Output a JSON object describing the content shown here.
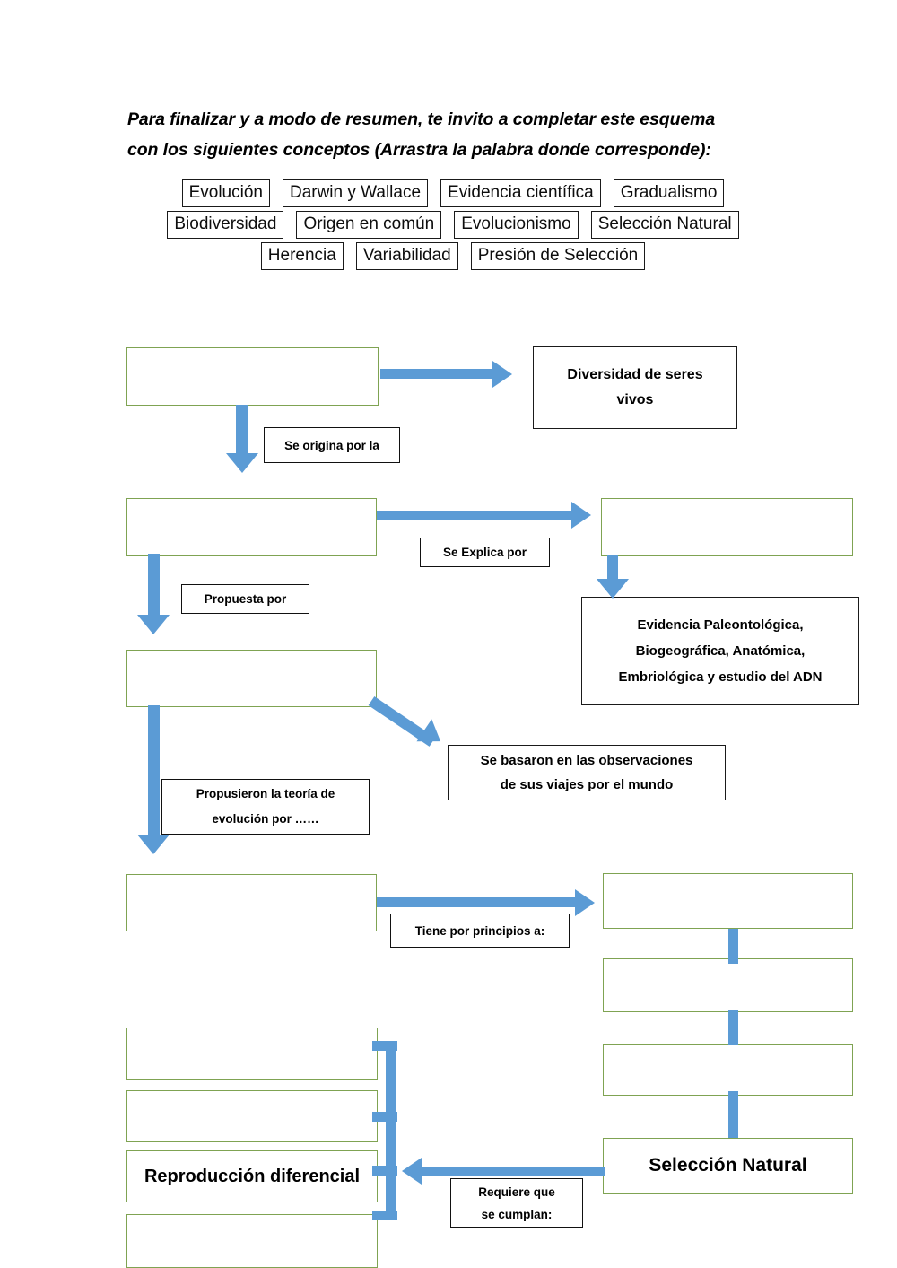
{
  "instructions": {
    "line1": "Para finalizar y a modo de resumen, te invito a completar este esquema",
    "line2": "con los siguientes conceptos (Arrastra la palabra donde corresponde):"
  },
  "word_bank": {
    "rows": [
      [
        "Evolución",
        "Darwin y Wallace",
        "Evidencia científica",
        "Gradualismo"
      ],
      [
        "Biodiversidad",
        "Origen en común",
        "Evolucionismo",
        "Selección Natural"
      ],
      [
        "Herencia",
        "Variabilidad",
        "Presión de Selección"
      ]
    ]
  },
  "diagram": {
    "drop_slots": [
      {
        "id": "slot-1",
        "value": ""
      },
      {
        "id": "slot-2",
        "value": ""
      },
      {
        "id": "slot-3",
        "value": ""
      },
      {
        "id": "slot-4",
        "value": ""
      },
      {
        "id": "slot-5",
        "value": ""
      },
      {
        "id": "slot-6",
        "value": ""
      },
      {
        "id": "slot-7",
        "value": ""
      },
      {
        "id": "slot-8",
        "value": ""
      },
      {
        "id": "slot-9",
        "value": ""
      },
      {
        "id": "slot-10",
        "value": ""
      },
      {
        "id": "slot-11",
        "value": ""
      },
      {
        "id": "slot-12",
        "value": ""
      }
    ],
    "filled_boxes": {
      "diversidad": "Diversidad de seres\nvivos",
      "evidencias": "Evidencia Paleontológica,\nBiogeográfica, Anatómica,\nEmbriológica y estudio del ADN",
      "observaciones": "Se basaron en las observaciones\nde sus viajes por el mundo",
      "reproduccion": "Reproducción diferencial",
      "seleccion_natural": "Selección Natural"
    },
    "connector_labels": {
      "se_origina": "Se origina por la",
      "se_explica": "Se Explica por",
      "propuesta_por": "Propuesta por",
      "propusieron": "Propusieron la teoría de\nevolución por ……",
      "tiene_principios": "Tiene por principios a:",
      "requiere": "Requiere que\nse cumplan:"
    }
  },
  "colors": {
    "box_border_green": "#7fa352",
    "connector_blue": "#5b9bd5",
    "text_black": "#000000",
    "chip_border": "#1a1a1a",
    "page_bg": "#ffffff"
  }
}
